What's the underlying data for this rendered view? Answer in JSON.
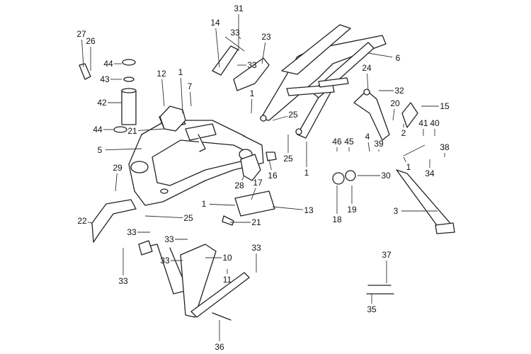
{
  "diagram": {
    "callouts": [
      {
        "label": "27"
      },
      {
        "label": "26"
      },
      {
        "label": "44"
      },
      {
        "label": "43"
      },
      {
        "label": "42"
      },
      {
        "label": "44"
      },
      {
        "label": "12"
      },
      {
        "label": "1"
      },
      {
        "label": "7"
      },
      {
        "label": "21"
      },
      {
        "label": "5"
      },
      {
        "label": "14"
      },
      {
        "label": "31"
      },
      {
        "label": "33"
      },
      {
        "label": "23"
      },
      {
        "label": "33"
      },
      {
        "label": "1"
      },
      {
        "label": "25"
      },
      {
        "label": "6"
      },
      {
        "label": "24"
      },
      {
        "label": "32"
      },
      {
        "label": "20"
      },
      {
        "label": "15"
      },
      {
        "label": "2"
      },
      {
        "label": "41"
      },
      {
        "label": "40"
      },
      {
        "label": "38"
      },
      {
        "label": "46"
      },
      {
        "label": "45"
      },
      {
        "label": "4"
      },
      {
        "label": "39"
      },
      {
        "label": "1"
      },
      {
        "label": "34"
      },
      {
        "label": "30"
      },
      {
        "label": "25"
      },
      {
        "label": "1"
      },
      {
        "label": "16"
      },
      {
        "label": "29"
      },
      {
        "label": "28"
      },
      {
        "label": "17"
      },
      {
        "label": "1"
      },
      {
        "label": "13"
      },
      {
        "label": "18"
      },
      {
        "label": "19"
      },
      {
        "label": "22"
      },
      {
        "label": "25"
      },
      {
        "label": "21"
      },
      {
        "label": "3"
      },
      {
        "label": "33"
      },
      {
        "label": "33"
      },
      {
        "label": "33"
      },
      {
        "label": "10"
      },
      {
        "label": "33"
      },
      {
        "label": "11"
      },
      {
        "label": "33"
      },
      {
        "label": "37"
      },
      {
        "label": "35"
      },
      {
        "label": "36"
      }
    ]
  }
}
